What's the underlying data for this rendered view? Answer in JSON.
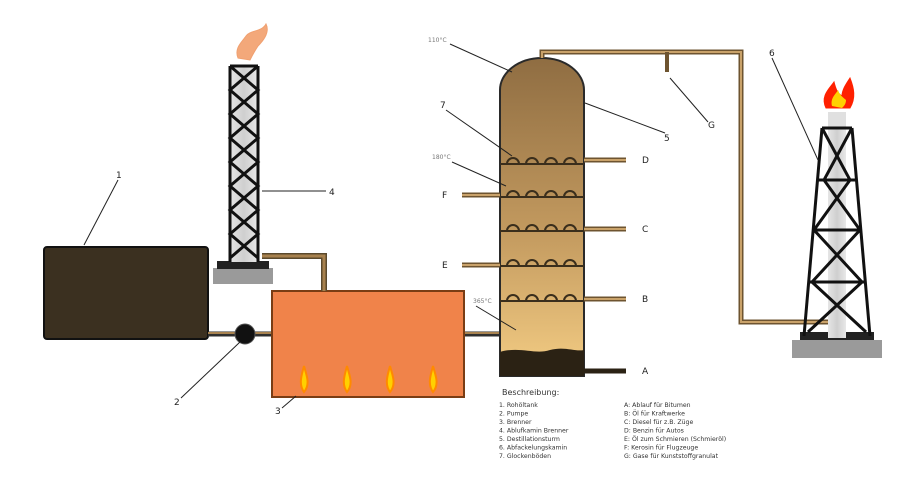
{
  "callouts": [
    "1",
    "2",
    "3",
    "4",
    "5",
    "6",
    "7"
  ],
  "outlets": [
    "A",
    "B",
    "C",
    "D",
    "E",
    "F",
    "G"
  ],
  "temperatures": [
    "110°C",
    "180°C",
    "365°C"
  ],
  "legend": {
    "title": "Beschreibung:",
    "left": [
      "1. Rohöltank",
      "2. Pumpe",
      "3. Brenner",
      "4. Ablufkamin Brenner",
      "5. Destillationsturm",
      "6. Abfackelungskamin",
      "7. Glockenböden"
    ],
    "right": [
      "A: Ablauf für Bitumen",
      "B: Öl für Kraftwerke",
      "C: Diesel für z.B. Züge",
      "D: Benzin für Autos",
      "E: Öl zum Schmieren (Schmieröl)",
      "F: Kerosin für Flugzeuge",
      "G: Gase für Kunststoffgranulat"
    ]
  },
  "colors": {
    "tank": "#3b3020",
    "furnace": "#f0834a",
    "pipe": "#a8824f",
    "column_top": "#9c7a4c",
    "column_bottom": "#f3c77e",
    "bitumen": "#2b2214",
    "flame": "#ff8a00"
  }
}
